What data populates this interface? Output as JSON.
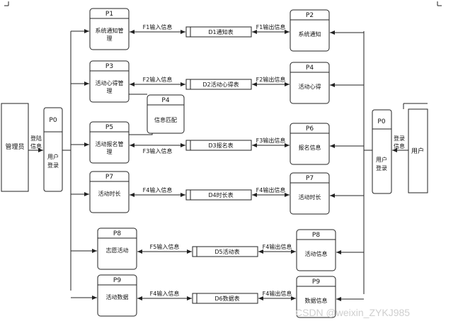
{
  "external": {
    "left": {
      "id": "",
      "label": "管理员"
    },
    "left_login": {
      "id": "P0",
      "label": "用户登录"
    },
    "right": {
      "id": "",
      "label": "用户"
    },
    "right_login": {
      "id": "P0",
      "label": "用户登录"
    },
    "left_flow": "登陆信息",
    "right_flow": "登录信息"
  },
  "processes_left": [
    {
      "id": "P1",
      "label": "系统通知管理"
    },
    {
      "id": "P3",
      "label": "活动心得管理"
    },
    {
      "id": "P5",
      "label": "活动报名管理"
    },
    {
      "id": "P7",
      "label": "活动时长"
    },
    {
      "id": "P8",
      "label": "志愿活动"
    },
    {
      "id": "P9",
      "label": "活动数据"
    }
  ],
  "processes_right": [
    {
      "id": "P2",
      "label": "系统通知"
    },
    {
      "id": "P4",
      "label": "活动心得"
    },
    {
      "id": "P6",
      "label": "报名信息"
    },
    {
      "id": "P7",
      "label": "活动时长"
    },
    {
      "id": "P8",
      "label": "活动信息"
    },
    {
      "id": "P9",
      "label": "数据信息"
    }
  ],
  "stores": [
    {
      "label": "D1通知表"
    },
    {
      "label": "D2活动心得表"
    },
    {
      "label": "D3报名表"
    },
    {
      "label": "D4时长表"
    },
    {
      "label": "D5活动表"
    },
    {
      "label": "D6数据表"
    }
  ],
  "flows_in": [
    "F1输入信息",
    "F2输入信息",
    "F3输入信息",
    "F4输入信息",
    "F5输入信息",
    "F4输入信息"
  ],
  "flows_out": [
    "F1输出信息",
    "F2输出信息",
    "F3输出信息",
    "F4输出信息",
    "F4输出信息",
    "F4输出信息"
  ],
  "match": {
    "id": "P4",
    "label": "信息匹配"
  },
  "watermark": "CSDN @weixin_ZYKJ985"
}
